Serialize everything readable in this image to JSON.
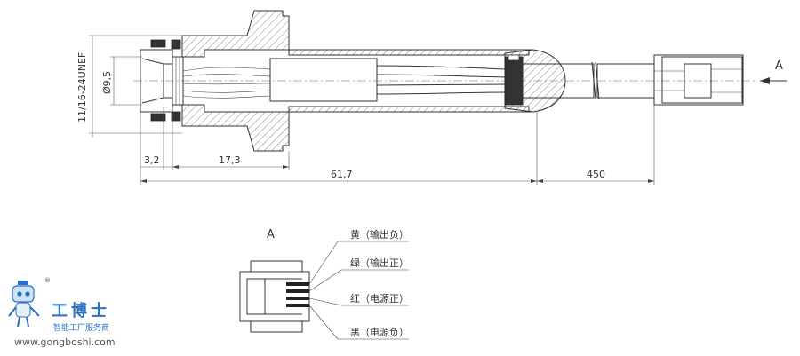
{
  "dimensions": {
    "thread": "11/16-24UNEF",
    "bore_diameter": "Ø9,5",
    "front_len": "3,2",
    "hex_len": "17,3",
    "body_len": "61,7",
    "cable_len": "450"
  },
  "view_label_top": "A",
  "view_label_detail": "A",
  "wires": [
    {
      "label": "黄（输出负）"
    },
    {
      "label": "绿（输出正）"
    },
    {
      "label": "红（电源正）"
    },
    {
      "label": "黑（电源负）"
    }
  ],
  "logo": {
    "name": "工博士",
    "slogan": "智能工厂服务商",
    "url": "www.gongboshi.com",
    "registered": "®"
  },
  "colors": {
    "line": "#333333",
    "logo_blue": "#2b6fc2"
  }
}
